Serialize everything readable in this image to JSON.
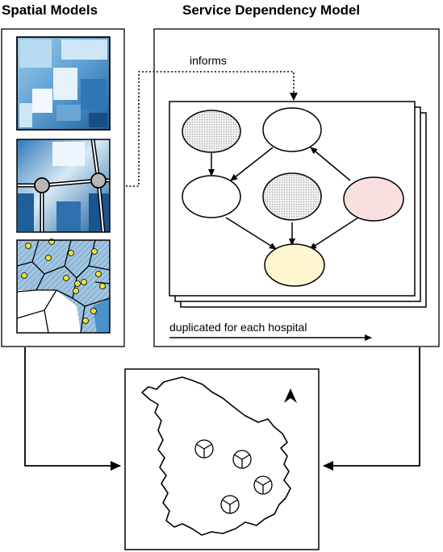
{
  "headings": {
    "spatial_models": "Spatial Models",
    "service_dependency_model": "Service Dependency Model"
  },
  "labels": {
    "informs": "informs",
    "duplicated": "duplicated for each hospital"
  },
  "colors": {
    "node_pink": "#f9e0e0",
    "node_yellow": "#fdf6cf",
    "map_blue": "#1f6fb3",
    "site_yellow": "#e8e23a"
  },
  "icons": [
    "north-arrow-icon",
    "hospital-marker-icon"
  ]
}
